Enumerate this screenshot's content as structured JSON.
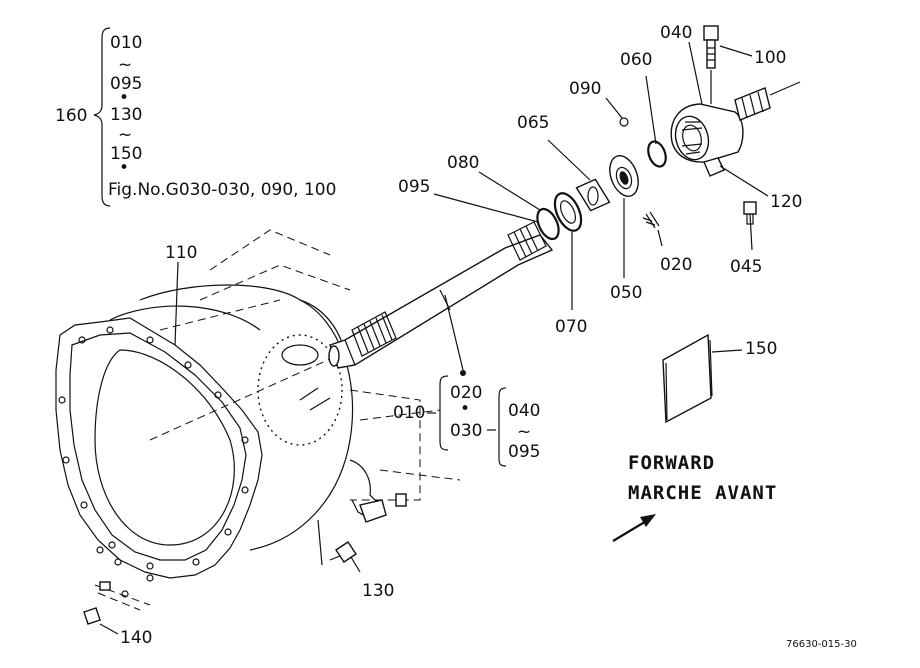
{
  "callouts": {
    "c010_top": "010",
    "tilde": "~",
    "c095_top": "095",
    "dot": "•",
    "c130_top": "130",
    "c150_top": "150",
    "c160": "160",
    "figref": "Fig.No.G030-030, 090, 100",
    "c110": "110",
    "c080": "080",
    "c095": "095",
    "c065": "065",
    "c090": "090",
    "c060": "060",
    "c040": "040",
    "c100": "100",
    "c120": "120",
    "c020": "020",
    "c045": "045",
    "c050": "050",
    "c070": "070",
    "c150": "150",
    "c010": "010",
    "c020_b": "020",
    "c030": "030",
    "c040_b": "040",
    "c095_b": "095",
    "c130": "130",
    "c140": "140"
  },
  "direction": {
    "line1": "FORWARD",
    "line2": "MARCHE AVANT"
  },
  "drawing_number": "76630-015-30",
  "colors": {
    "ink": "#111111",
    "paper": "#ffffff"
  }
}
